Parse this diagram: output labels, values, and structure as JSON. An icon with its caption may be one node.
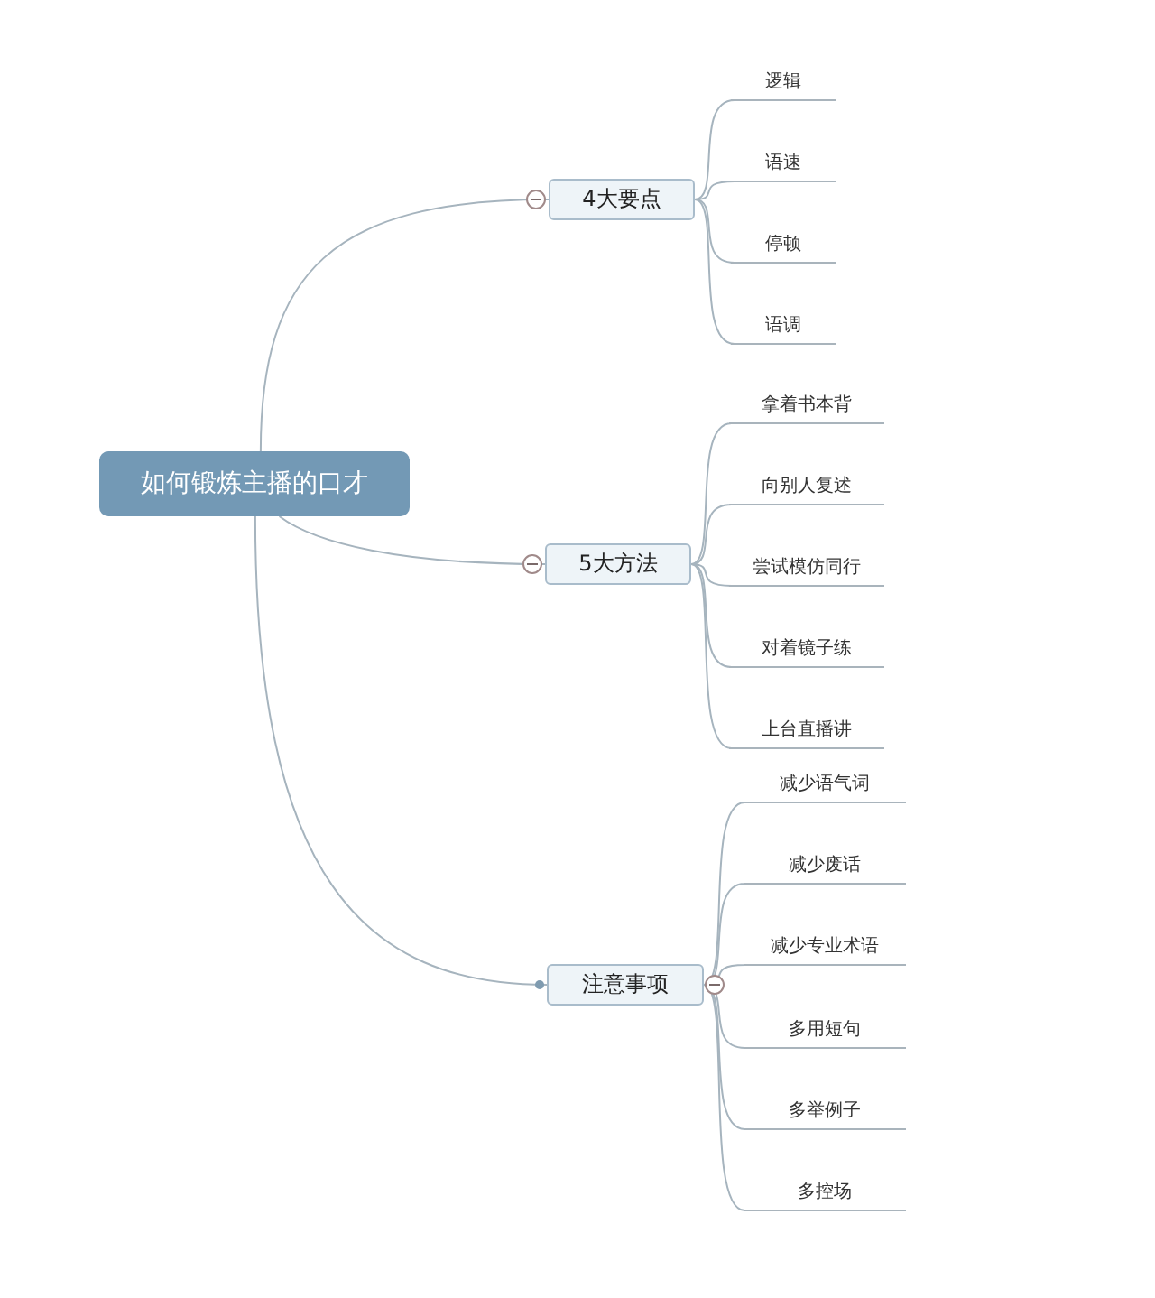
{
  "diagram": {
    "nodes": [
      {
        "text": [
          "如何锻炼主播的口才"
        ]
      },
      {
        "text": [
          "4大要点"
        ]
      },
      {
        "text": [
          "逻辑"
        ]
      },
      {
        "text": [
          "语速"
        ]
      },
      {
        "text": [
          "停顿"
        ]
      },
      {
        "text": [
          "语调"
        ]
      },
      {
        "text": [
          "5大方法"
        ]
      },
      {
        "text": [
          "拿着书本背"
        ]
      },
      {
        "text": [
          "向别人复述"
        ]
      },
      {
        "text": [
          "尝试模仿同行"
        ]
      },
      {
        "text": [
          "对着镜子练"
        ]
      },
      {
        "text": [
          "上台直播讲"
        ]
      },
      {
        "text": [
          "注意事项"
        ]
      },
      {
        "text": [
          "减少语气词"
        ]
      },
      {
        "text": [
          "减少废话"
        ]
      },
      {
        "text": [
          "减少专业术语"
        ]
      },
      {
        "text": [
          "多用短句"
        ]
      },
      {
        "text": [
          "多举例子"
        ]
      },
      {
        "text": [
          "多控场"
        ]
      }
    ],
    "edges": [
      {
        "from": 0,
        "to": 1,
        "arrow": "none"
      },
      {
        "from": 1,
        "to": 2,
        "arrow": "none"
      },
      {
        "from": 1,
        "to": 3,
        "arrow": "none"
      },
      {
        "from": 1,
        "to": 4,
        "arrow": "none"
      },
      {
        "from": 1,
        "to": 5,
        "arrow": "none"
      },
      {
        "from": 0,
        "to": 6,
        "arrow": "none"
      },
      {
        "from": 6,
        "to": 7,
        "arrow": "none"
      },
      {
        "from": 6,
        "to": 8,
        "arrow": "none"
      },
      {
        "from": 6,
        "to": 9,
        "arrow": "none"
      },
      {
        "from": 6,
        "to": 10,
        "arrow": "none"
      },
      {
        "from": 6,
        "to": 11,
        "arrow": "none"
      },
      {
        "from": 0,
        "to": 12,
        "arrow": "none"
      },
      {
        "from": 12,
        "to": 13,
        "arrow": "none"
      },
      {
        "from": 12,
        "to": 14,
        "arrow": "none"
      },
      {
        "from": 12,
        "to": 15,
        "arrow": "none"
      },
      {
        "from": 12,
        "to": 16,
        "arrow": "none"
      },
      {
        "from": 12,
        "to": 17,
        "arrow": "none"
      },
      {
        "from": 12,
        "to": 18,
        "arrow": "none"
      }
    ]
  }
}
